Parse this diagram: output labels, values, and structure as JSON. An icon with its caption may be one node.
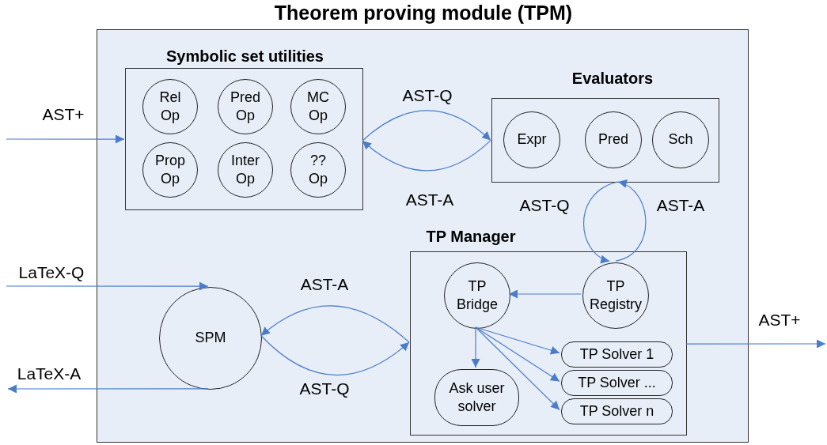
{
  "diagram": {
    "nodes": [
      {
        "text": [
          "Theorem proving module (TPM)"
        ]
      },
      {
        "text": [
          "Symbolic set utilities"
        ],
        "in": 0
      },
      {
        "text": [
          "Rel Op"
        ],
        "in": 1
      },
      {
        "text": [
          "Pred Op"
        ],
        "in": 1
      },
      {
        "text": [
          "MC Op"
        ],
        "in": 1
      },
      {
        "text": [
          "Prop Op"
        ],
        "in": 1
      },
      {
        "text": [
          "Inter Op"
        ],
        "in": 1
      },
      {
        "text": [
          "?? Op"
        ],
        "in": 1
      },
      {
        "text": [
          "Evaluators"
        ],
        "in": 0
      },
      {
        "text": [
          "Expr"
        ],
        "in": 8
      },
      {
        "text": [
          "Pred"
        ],
        "in": 8
      },
      {
        "text": [
          "Sch"
        ],
        "in": 8
      },
      {
        "text": [
          "TP Manager"
        ],
        "in": 0
      },
      {
        "text": [
          "TP Bridge"
        ],
        "in": 12
      },
      {
        "text": [
          "TP Registry"
        ],
        "in": 12
      },
      {
        "text": [
          "TP Solver 1"
        ],
        "in": 12
      },
      {
        "text": [
          "TP Solver ..."
        ],
        "in": 12
      },
      {
        "text": [
          "TP Solver n"
        ],
        "in": 12
      },
      {
        "text": [
          "Ask user solver"
        ],
        "in": 12
      },
      {
        "text": [
          "SPM"
        ],
        "in": 0
      }
    ],
    "edges": [
      {
        "from": null,
        "to": 1,
        "arrow": "to",
        "label": "AST+"
      },
      {
        "from": 1,
        "to": 8,
        "arrow": "to",
        "label": "AST-Q"
      },
      {
        "from": 8,
        "to": 1,
        "arrow": "to",
        "label": "AST-A"
      },
      {
        "from": 8,
        "to": 14,
        "arrow": "to",
        "label": "AST-Q"
      },
      {
        "from": 14,
        "to": 8,
        "arrow": "to",
        "label": "AST-A"
      },
      {
        "from": null,
        "to": 19,
        "arrow": "to",
        "label": "LaTeX-Q"
      },
      {
        "from": 19,
        "to": null,
        "arrow": "to",
        "label": "LaTeX-A"
      },
      {
        "from": 12,
        "to": 19,
        "arrow": "to",
        "label": "AST-A"
      },
      {
        "from": 19,
        "to": 12,
        "arrow": "to",
        "label": "AST-Q"
      },
      {
        "from": 12,
        "to": null,
        "arrow": "to",
        "label": "AST+"
      },
      {
        "from": 14,
        "to": 13,
        "arrow": "to"
      },
      {
        "from": 13,
        "to": 18,
        "arrow": "to"
      },
      {
        "from": 13,
        "to": 15,
        "arrow": "to"
      },
      {
        "from": 13,
        "to": 16,
        "arrow": "to"
      },
      {
        "from": 13,
        "to": 17,
        "arrow": "to"
      }
    ]
  }
}
